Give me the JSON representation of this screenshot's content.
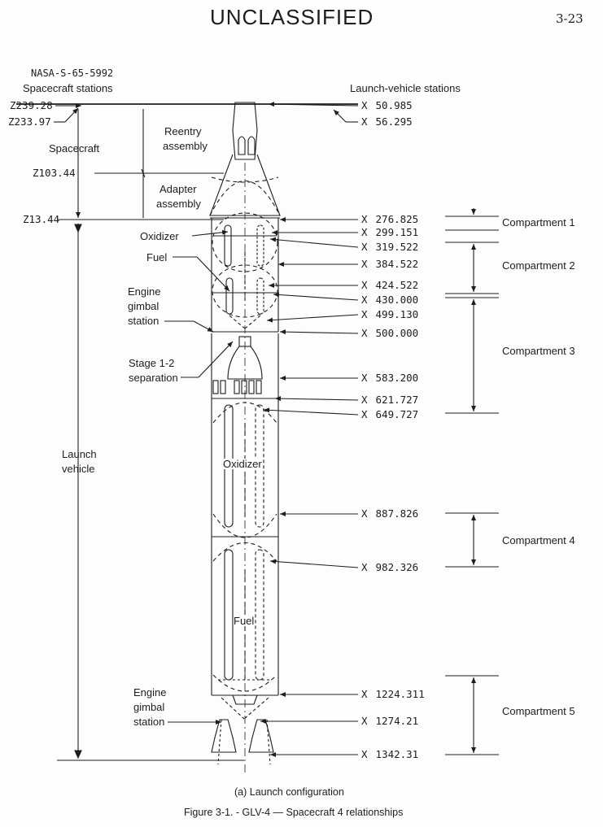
{
  "header": {
    "classification": "UNCLASSIFIED",
    "page_number": "3-23"
  },
  "doc_code": "NASA-S-65-5992",
  "headings": {
    "spacecraft_stations": "Spacecraft stations",
    "launch_vehicle_stations": "Launch-vehicle stations"
  },
  "spacecraft_stations": [
    "Z239.28",
    "Z233.97",
    "Z103.44",
    "Z13.44"
  ],
  "vehicle_labels": {
    "spacecraft": "Spacecraft",
    "reentry": [
      "Reentry",
      "assembly"
    ],
    "adapter": [
      "Adapter",
      "assembly"
    ],
    "launch_vehicle": [
      "Launch",
      "vehicle"
    ],
    "oxidizer_upper": "Oxidizer",
    "fuel_upper": "Fuel",
    "engine_gimbal_upper": [
      "Engine",
      "gimbal",
      "station"
    ],
    "stage_sep": [
      "Stage 1-2",
      "separation"
    ],
    "oxidizer_main": "Oxidizer",
    "fuel_main": "Fuel",
    "engine_gimbal_lower": [
      "Engine",
      "gimbal",
      "station"
    ]
  },
  "lv_prefix": "X",
  "lv_stations": [
    "50.985",
    "56.295",
    "276.825",
    "299.151",
    "319.522",
    "384.522",
    "424.522",
    "430.000",
    "499.130",
    "500.000",
    "583.200",
    "621.727",
    "649.727",
    "887.826",
    "982.326",
    "1224.311",
    "1274.21",
    "1342.31"
  ],
  "compartments": [
    "Compartment 1",
    "Compartment 2",
    "Compartment 3",
    "Compartment 4",
    "Compartment 5"
  ],
  "caption": {
    "sub": "(a) Launch configuration",
    "figure": "Figure 3-1. - GLV-4 — Spacecraft 4 relationships"
  },
  "colors": {
    "ink": "#1d1d1d",
    "paper": "#fdfdfb"
  }
}
